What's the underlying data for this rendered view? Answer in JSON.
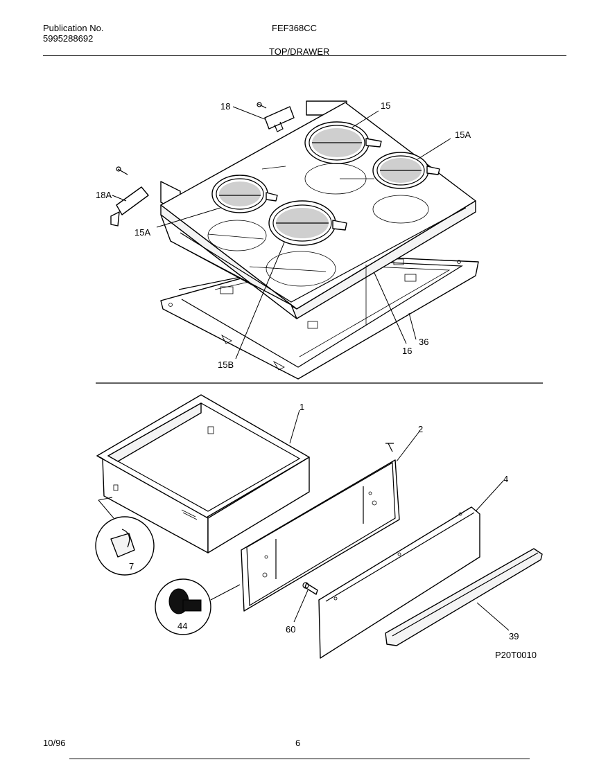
{
  "header": {
    "publication_label": "Publication No.",
    "publication_number": "5995288692",
    "model": "FEF368CC",
    "section_title": "TOP/DRAWER"
  },
  "callouts": {
    "c18": "18",
    "c15": "15",
    "c15a_right": "15A",
    "c18a": "18A",
    "c15a_left": "15A",
    "c15b": "15B",
    "c16": "16",
    "c36": "36",
    "c1": "1",
    "c2": "2",
    "c4": "4",
    "c7": "7",
    "c44": "44",
    "c60": "60",
    "c39": "39"
  },
  "diagram_code": "P20T0010",
  "footer": {
    "date": "10/96",
    "page_number": "6"
  }
}
